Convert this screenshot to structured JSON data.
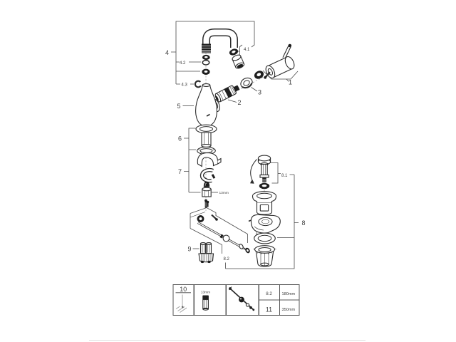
{
  "colors": {
    "ink": "#2b2b2b",
    "part_fill": "#1e1e1e",
    "background": "#ffffff",
    "footer_divider": "#e0e0e0",
    "muted": "#8a8a8a"
  },
  "callouts": {
    "n1": "1",
    "n2": "2",
    "n3": "3",
    "n4": "4",
    "n4_1": "4.1",
    "n4_2": "4.2",
    "n4_3": "4.3",
    "n5": "5",
    "n6": "6",
    "n7": "7",
    "n8": "8",
    "n8_1": "8.1",
    "n8_2": "8.2",
    "n9": "9"
  },
  "annotations": {
    "nut_size": "13mm"
  },
  "legend_table": {
    "tool_ref": "10",
    "socket_size": "13mm",
    "rows": [
      {
        "ref": "8.2",
        "length": "180mm"
      },
      {
        "ref": "11",
        "length": "350mm"
      }
    ]
  }
}
